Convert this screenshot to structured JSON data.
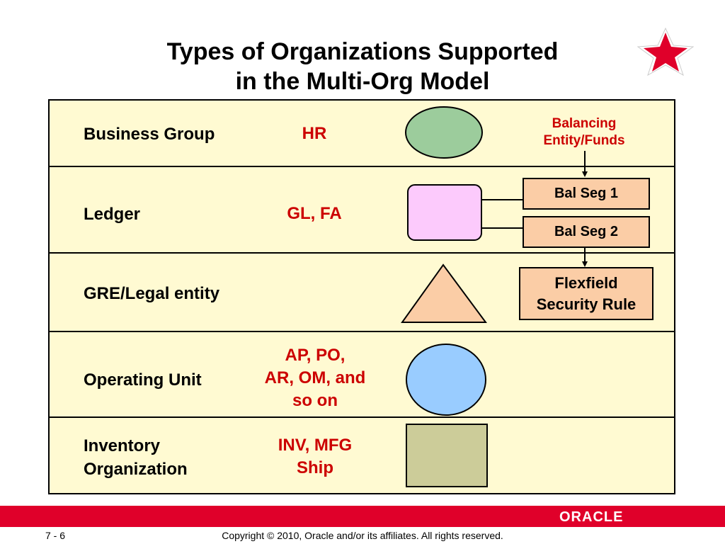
{
  "title": {
    "line1": "Types of Organizations Supported",
    "line2": "in the Multi-Org Model"
  },
  "rows": [
    {
      "label_lines": [
        "Business Group"
      ],
      "modules_lines": [
        "HR"
      ],
      "shape": "ellipse",
      "color": "#9ccc9c"
    },
    {
      "label_lines": [
        "Ledger"
      ],
      "modules_lines": [
        "GL, FA"
      ],
      "shape": "rounded-rectangle",
      "color": "#fccafc"
    },
    {
      "label_lines": [
        "GRE/Legal entity"
      ],
      "modules_lines": [],
      "shape": "triangle",
      "color": "#fbcda6"
    },
    {
      "label_lines": [
        "Operating Unit"
      ],
      "modules_lines": [
        "AP, PO,",
        "AR, OM, and",
        "so on"
      ],
      "shape": "ellipse",
      "color": "#99ccff"
    },
    {
      "label_lines": [
        "Inventory",
        "Organization"
      ],
      "modules_lines": [
        "INV, MFG",
        "Ship"
      ],
      "shape": "rectangle",
      "color": "#cccc99"
    }
  ],
  "balancing": {
    "line1": "Balancing",
    "line2": "Entity/Funds"
  },
  "bal_seg_1": "Bal Seg 1",
  "bal_seg_2": "Bal Seg 2",
  "flexfield": {
    "line1": "Flexfield",
    "line2": "Security Rule"
  },
  "footer": {
    "page": "7 - 6",
    "copyright": "Copyright © 2010, Oracle and/or its affiliates. All rights reserved.",
    "brand": "ORACLE"
  },
  "colors": {
    "accent_red": "#e0002a",
    "module_text": "#cc0000",
    "row_fill": "#fffad2",
    "box_fill": "#fbcda6"
  },
  "icons": {
    "logo_star": "red-star-icon"
  }
}
